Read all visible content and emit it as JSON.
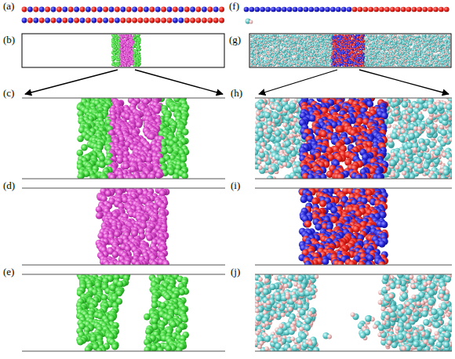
{
  "diagram": {
    "labels": [
      "(a)",
      "(b)",
      "(c)",
      "(d)",
      "(e)",
      "(f)",
      "(g)",
      "(h)",
      "(i)",
      "(j)"
    ]
  }
}
